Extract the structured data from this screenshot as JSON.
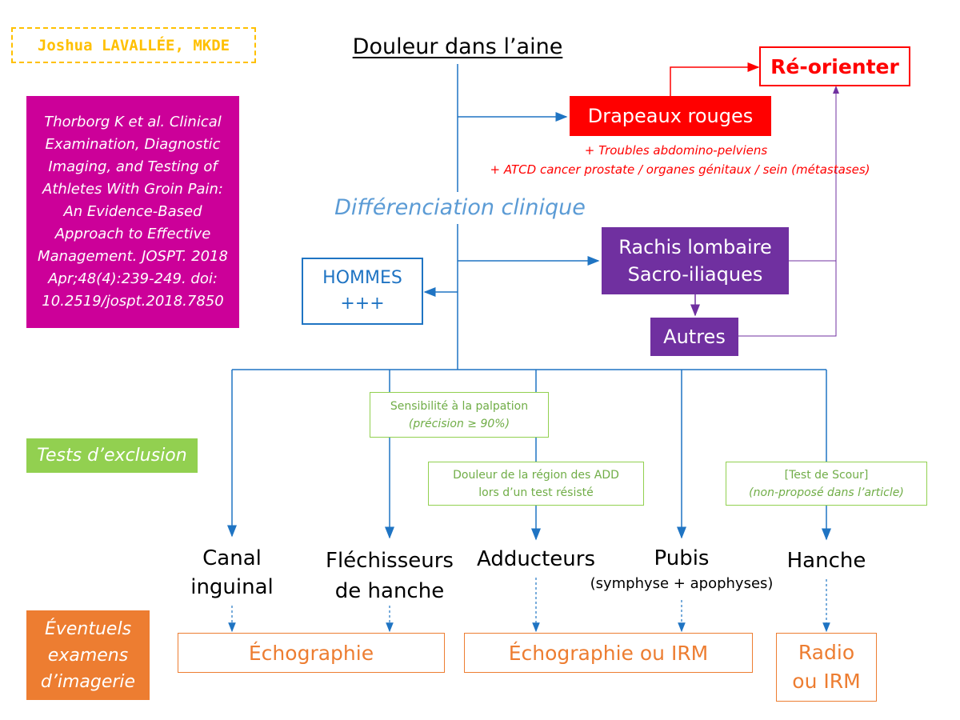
{
  "author": "Joshua LAVALLÉE, MKDE",
  "reference": "Thorborg K et al. Clinical Examination, Diagnostic Imaging, and Testing of Athletes With Groin Pain: An Evidence-Based Approach to Effective Management. JOSPT. 2018 Apr;48(4):239-249. doi: 10.2519/jospt.2018.7850",
  "title": "Douleur dans l’aine",
  "reorient": "Ré-orienter",
  "red_flags": {
    "label": "Drapeaux rouges",
    "note1": "+ Troubles abdomino-pelviens",
    "note2": "+ ATCD cancer prostate / organes génitaux / sein (métastases)"
  },
  "differentiation": "Différenciation clinique",
  "spine": {
    "line1": "Rachis lombaire",
    "line2": "Sacro-iliaques"
  },
  "others": "Autres",
  "men": {
    "line1": "HOMMES",
    "line2": "+++"
  },
  "exclusion_label": "Tests d’exclusion",
  "tests": {
    "palpation": {
      "line1": "Sensibilité à la palpation",
      "line2": "(précision ≥ 90%)"
    },
    "add": {
      "line1": "Douleur de la région des ADD",
      "line2": "lors d’un test résisté"
    },
    "scour": {
      "line1": "[Test de Scour]",
      "line2": "(non-proposé dans l’article)"
    }
  },
  "categories": {
    "canal": {
      "line1": "Canal",
      "line2": "inguinal"
    },
    "flechisseurs": {
      "line1": "Fléchisseurs",
      "line2": "de hanche"
    },
    "adducteurs": "Adducteurs",
    "pubis": {
      "line1": "Pubis",
      "line2": "(symphyse + apophyses)"
    },
    "hanche": "Hanche"
  },
  "imaging_label": {
    "line1": "Éventuels",
    "line2": "examens",
    "line3": "d’imagerie"
  },
  "imaging": {
    "echo": "Échographie",
    "echo_irm": "Échographie ou IRM",
    "radio": {
      "line1": "Radio",
      "line2": "ou IRM"
    }
  },
  "colors": {
    "blue": "#1f74c3",
    "red": "#ff0000",
    "purple": "#7030a0",
    "green": "#92d050",
    "orange": "#ed7d31",
    "magenta": "#cc0099",
    "yellow": "#ffc000"
  }
}
